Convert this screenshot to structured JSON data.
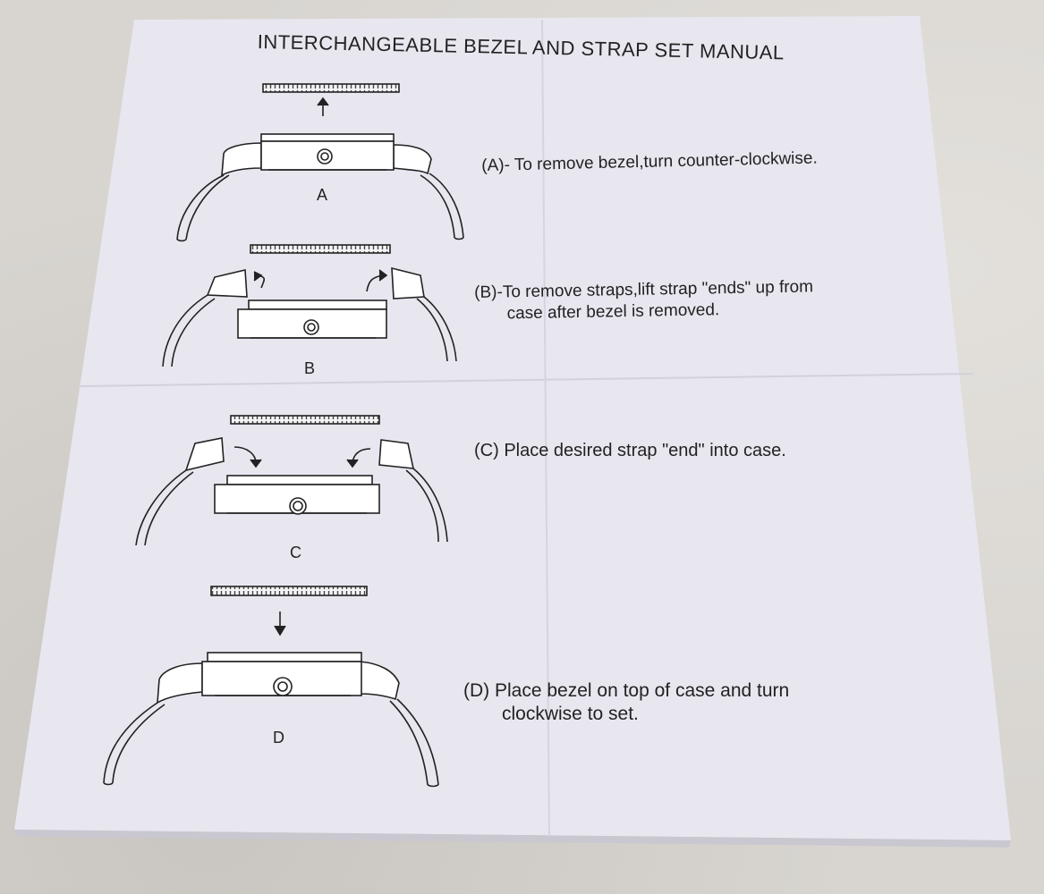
{
  "manual": {
    "title": "INTERCHANGEABLE BEZEL AND STRAP SET MANUAL",
    "steps": [
      {
        "figure_label": "A",
        "instruction_lines": [
          "(A)- To remove bezel,turn counter-clockwise."
        ]
      },
      {
        "figure_label": "B",
        "instruction_lines": [
          "(B)-To remove straps,lift strap \"ends\" up from",
          "case after bezel is removed."
        ]
      },
      {
        "figure_label": "C",
        "instruction_lines": [
          "(C) Place desired strap \"end\" into case."
        ]
      },
      {
        "figure_label": "D",
        "instruction_lines": [
          "(D) Place bezel on top of case and turn",
          "clockwise to set."
        ]
      }
    ]
  },
  "colors": {
    "paper": "#e8e7f0",
    "ink": "#222222",
    "background_surface": "#d8d5d1"
  }
}
